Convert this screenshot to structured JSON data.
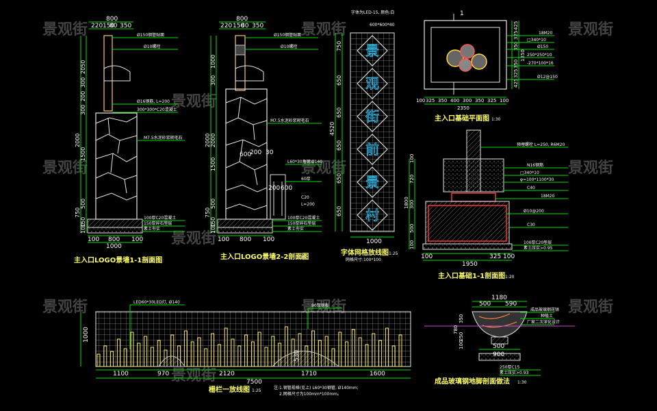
{
  "watermark": "景观街",
  "drawings": {
    "s1": {
      "title": "主入口LOGO景墙1-1剖面图",
      "scale": "1:20",
      "dims_top": [
        "800",
        "220",
        "150",
        "80",
        "350"
      ],
      "dims_left": [
        "300",
        "200",
        "2050",
        "300",
        "2000",
        "1500",
        "500",
        "750",
        "150",
        "100"
      ],
      "dims_bottom": [
        "100",
        "800",
        "100",
        "1000"
      ],
      "notes": [
        "Ø150钢管贴面",
        "Ø10螺栓",
        "Ø16钢筋, L=200",
        "300*300*C20混凝土",
        "M7.5水泥砂浆砌毛石",
        "100厚C20混凝土",
        "150厚碎石垫层",
        "素土夯实"
      ]
    },
    "s2": {
      "title": "主入口LOGO景墙2-2剖面图",
      "scale": "1:20",
      "dims_top": [
        "800",
        "220",
        "150",
        "80",
        "350"
      ],
      "dims_left": [
        "1000",
        "300",
        "2000",
        "2000",
        "1500",
        "500",
        "750",
        "150",
        "100"
      ],
      "dims_bottom": [
        "100",
        "800",
        "100"
      ],
      "dims_mid": [
        "600",
        "200",
        "30",
        "200",
        "600"
      ],
      "notes": [
        "Ø150钢管贴面",
        "Ø10螺栓",
        "M7.5水泥砂浆砌毛石",
        "L60*30角钢",
        "Ø140",
        "60厚",
        "C20",
        "L=200",
        "100厚C20混凝土",
        "150厚碎石垫层",
        "素土夯实"
      ]
    },
    "s3": {
      "title": "字体网格放线图",
      "scale": "1:25",
      "dims_top": [
        "600*600*40"
      ],
      "dims_left": [
        "750",
        "650",
        "650",
        "650",
        "650",
        "650",
        "4520"
      ],
      "dims_bottom": [
        "1000"
      ],
      "note_top": "字体为LED-15, 颜色:白",
      "note_bottom": "网格尺寸:100*100",
      "glyphs": [
        "景",
        "观",
        "街",
        "前",
        "景",
        "村"
      ]
    },
    "p1": {
      "title": "主入口基础平面图",
      "scale": "1:30",
      "dims_top": [
        "1"
      ],
      "dims_bottom": [
        "100",
        "325",
        "350",
        "400",
        "300",
        "350",
        "325",
        "100",
        "2350"
      ],
      "dims_right": [
        "425",
        "325",
        "350",
        "1350",
        "350",
        "325",
        "425"
      ],
      "notes": [
        "18M20",
        "□340*10",
        "Ø150",
        "250*250*10",
        "-270*100*16",
        "Ø12@150"
      ]
    },
    "s4": {
      "title": "主入口基础1-1剖面图",
      "scale": "1:20",
      "dims_left": [
        "100",
        "720",
        "1800",
        "300",
        "500",
        "100"
      ],
      "dims_bottom": [
        "100",
        "1950",
        "325",
        "100"
      ],
      "notes": [
        "预埋螺栓 L=250, R6M20",
        "N16钢筋",
        "□340*10",
        "φ=100*1100*30",
        "C40",
        "18M20",
        "Ø10@200",
        "C30",
        "100厚C20垫层",
        "素土压实>0.95"
      ]
    },
    "fence": {
      "title": "栅栏一放线图",
      "scale": "1:25",
      "dims_left": [
        "1000"
      ],
      "dims_bottom": [
        "1100",
        "970",
        "2120",
        "1710",
        "1600",
        "7500"
      ],
      "dims_mid": [
        "530"
      ],
      "label_left": "LED60*30LED灯, Ø140",
      "label_right": "80厚钢板",
      "notes": [
        "注:1.钢管规格(见上) L60*30钢管, Ø140mm;",
        "2.网格尺寸为100mm*100mm。"
      ]
    },
    "s5": {
      "title": "成品玻璃钢地脚剖面做法",
      "scale": "1:30",
      "dims_top": [
        "1180",
        "500",
        "590"
      ],
      "dims_left": [
        "780",
        "250",
        "350",
        "100"
      ],
      "dims_bottom": [
        "500",
        "900"
      ],
      "notes": [
        "成品玻璃钢花钵",
        "种植土",
        "厂家二次深化设计",
        "250厚C15",
        "素土压实>0.93"
      ]
    }
  }
}
